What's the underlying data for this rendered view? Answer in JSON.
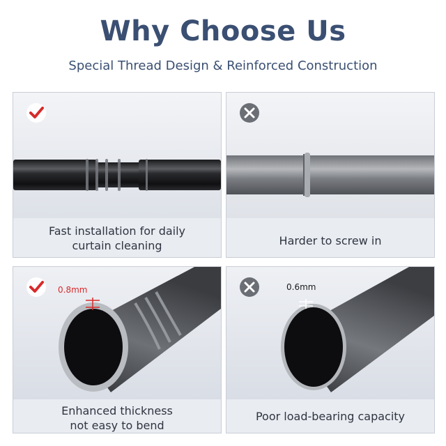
{
  "header": {
    "title": "Why Choose Us",
    "subtitle": "Special Thread Design & Reinforced Construction"
  },
  "panels": [
    {
      "icon": "check-icon",
      "caption_lines": [
        "Fast installation for daily",
        "curtain cleaning"
      ]
    },
    {
      "icon": "x-icon",
      "caption_lines": [
        "Harder to screw in"
      ]
    },
    {
      "icon": "check-icon",
      "measure": "0.8mm",
      "caption_lines": [
        "Enhanced thickness",
        "not easy to bend"
      ]
    },
    {
      "icon": "x-icon",
      "measure": "0.6mm",
      "caption_lines": [
        "Poor load-bearing capacity"
      ]
    }
  ],
  "colors": {
    "title": "#3a4f72",
    "check": "#d62b2b",
    "x_badge": "#6b6f75",
    "measure_red": "#d62b2b"
  }
}
